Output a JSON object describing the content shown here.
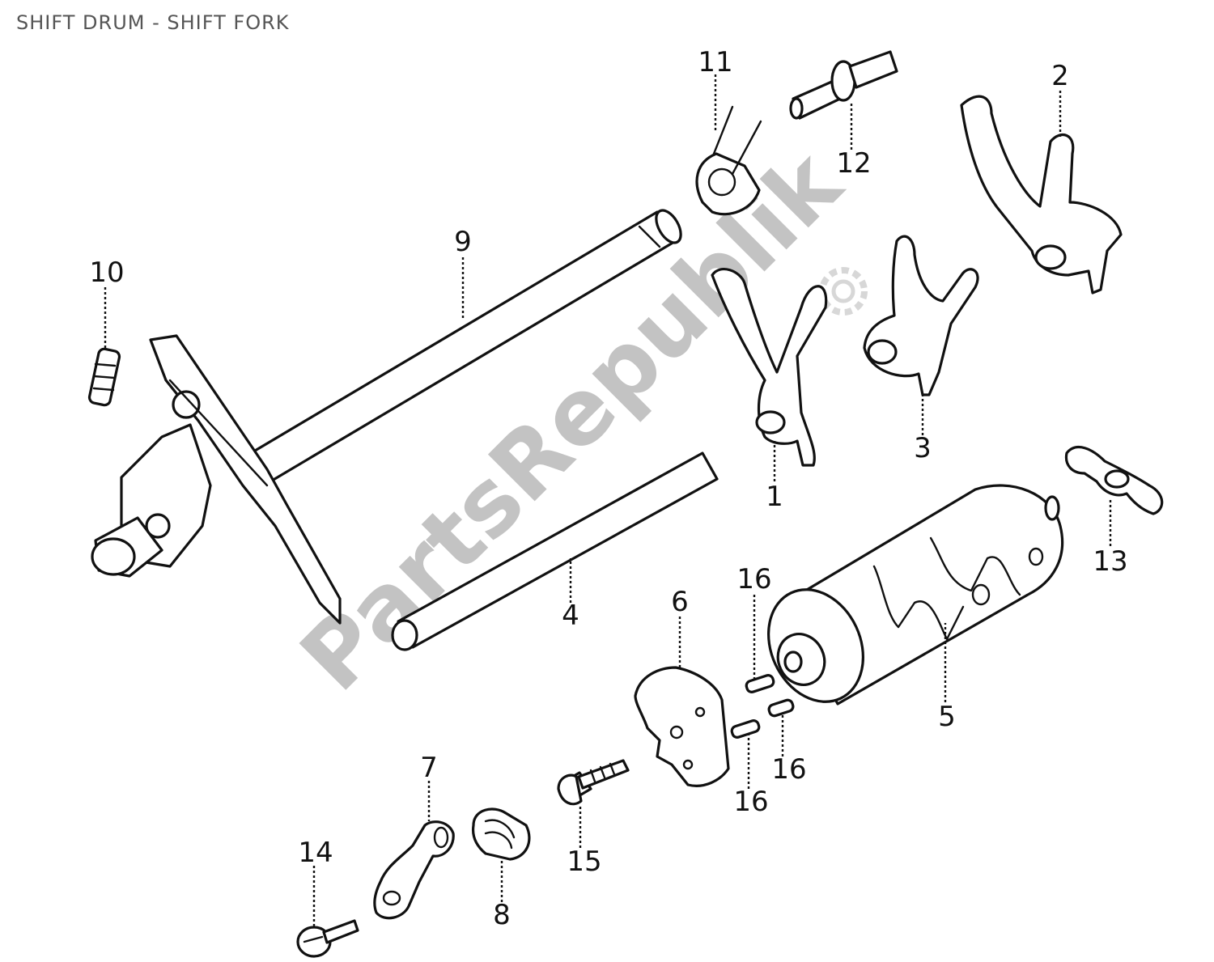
{
  "title": "SHIFT DRUM - SHIFT FORK",
  "watermark": "PartsRepublik",
  "callouts": [
    {
      "id": "c1",
      "label": "1"
    },
    {
      "id": "c2",
      "label": "2"
    },
    {
      "id": "c3",
      "label": "3"
    },
    {
      "id": "c4",
      "label": "4"
    },
    {
      "id": "c5",
      "label": "5"
    },
    {
      "id": "c6",
      "label": "6"
    },
    {
      "id": "c7",
      "label": "7"
    },
    {
      "id": "c8",
      "label": "8"
    },
    {
      "id": "c9",
      "label": "9"
    },
    {
      "id": "c10",
      "label": "10"
    },
    {
      "id": "c11",
      "label": "11"
    },
    {
      "id": "c12",
      "label": "12"
    },
    {
      "id": "c13",
      "label": "13"
    },
    {
      "id": "c14",
      "label": "14"
    },
    {
      "id": "c15",
      "label": "15"
    },
    {
      "id": "c16a",
      "label": "16"
    },
    {
      "id": "c16b",
      "label": "16"
    },
    {
      "id": "c16c",
      "label": "16"
    }
  ]
}
